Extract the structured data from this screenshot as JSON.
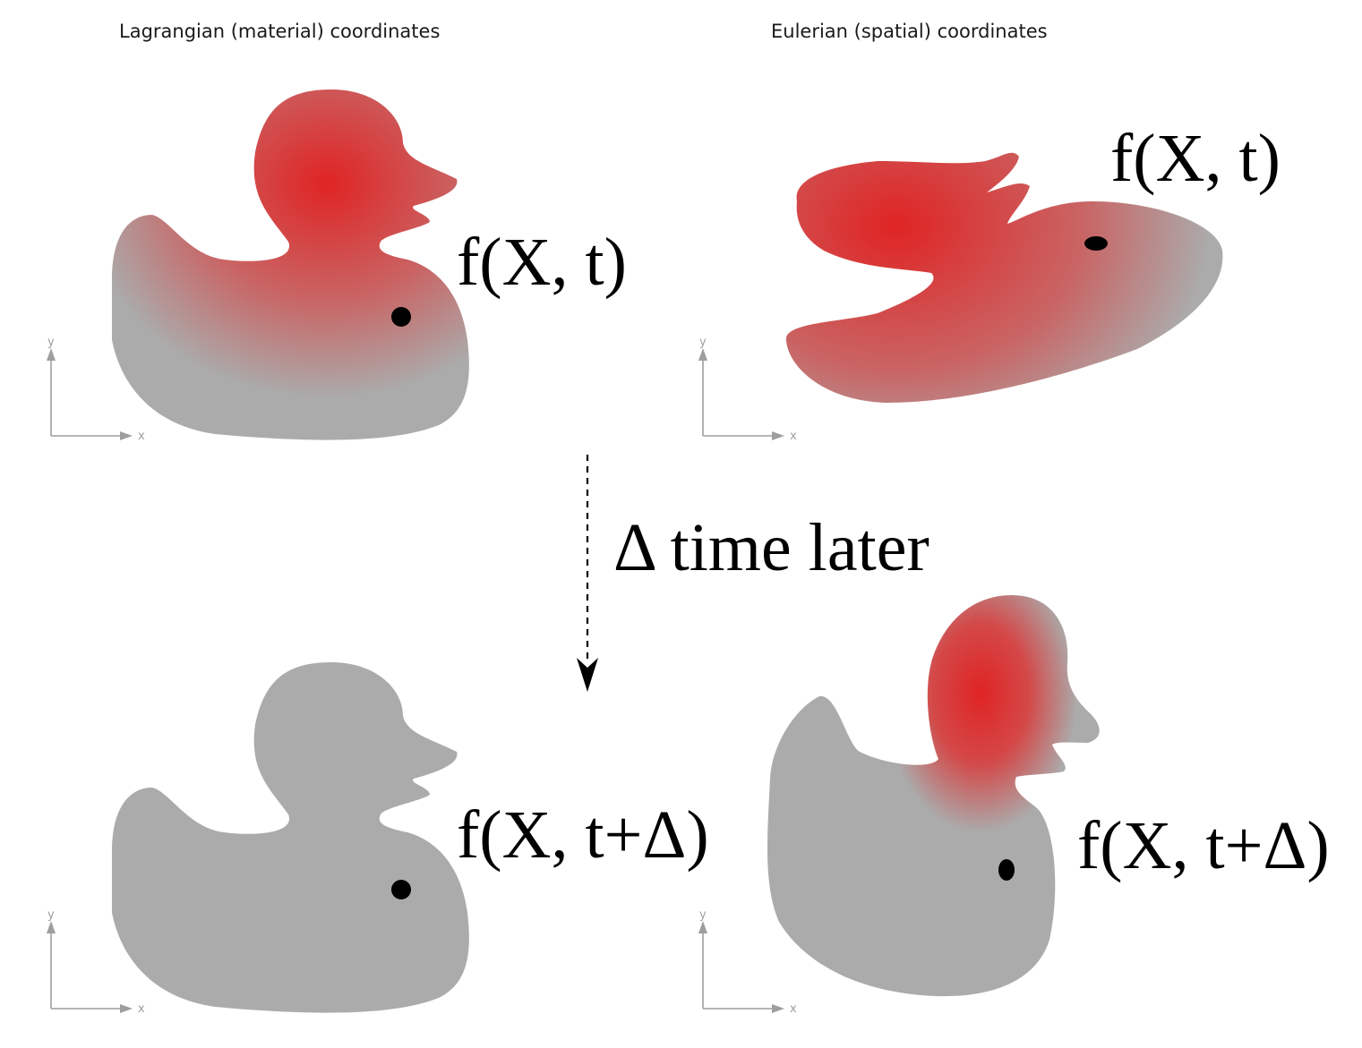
{
  "titles": {
    "lagrangian": "Lagrangian (material) coordinates",
    "eulerian": "Eulerian (spatial) coordinates"
  },
  "formulas": {
    "top_left": "f(X, t)",
    "top_right": "f(X, t)",
    "bottom_left": "f(X, t+Δ)",
    "bottom_right": "f(X, t+Δ)"
  },
  "transition": {
    "label": "Δ time later"
  },
  "axes": {
    "x_label": "x",
    "y_label": "y"
  },
  "colors": {
    "field_peak": "#e02424",
    "body": "#ababab",
    "marker": "#000000",
    "axis": "#9e9e9e",
    "arrow": "#000000"
  }
}
